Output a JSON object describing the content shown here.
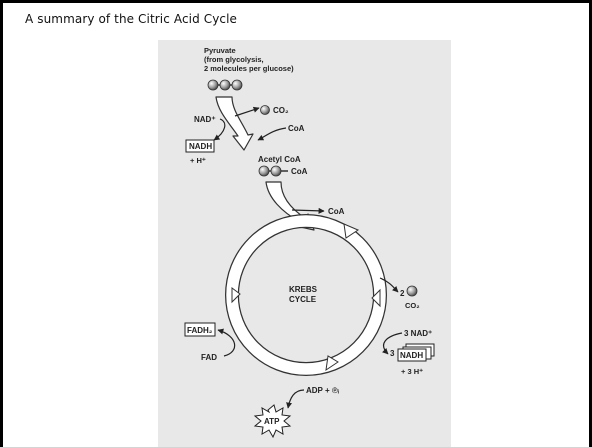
{
  "slide": {
    "title": "A summary of the Citric Acid Cycle"
  },
  "diagram": {
    "pyruvate_lines": [
      "Pyruvate",
      "(from glycolysis,",
      "2 molecules per glucose)"
    ],
    "nad_plus": "NAD⁺",
    "co2_top": "CO₂",
    "coa_in": "CoA",
    "nadh_box": "NADH",
    "h_plus_top": "+ H⁺",
    "acetyl_coa": "Acetyl CoA",
    "acetyl_coa_group": "CoA",
    "coa_release": "CoA",
    "cycle_lines": [
      "KREBS",
      "CYCLE"
    ],
    "co2_multiplier": "2",
    "co2_right": "CO₂",
    "nad_three": "3 NAD⁺",
    "nadh_multiplier": "3",
    "nadh_right_box": "NADH",
    "h_plus_three": "+ 3 H⁺",
    "fadh2_box": "FADH₂",
    "fad": "FAD",
    "adp_pi": "ADP + ℗ᵢ",
    "atp": "ATP"
  }
}
